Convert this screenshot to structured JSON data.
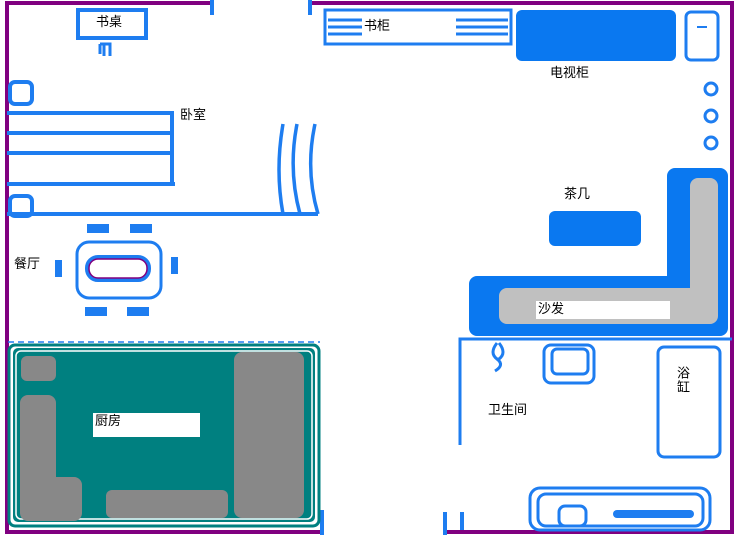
{
  "colors": {
    "wall": "#800080",
    "furniture": "#1e7df0",
    "fill": "#0a78f0",
    "kitchen": "#008080",
    "counter": "#888888",
    "sofa": "#c0c0c0",
    "background": "#ffffff"
  },
  "labels": {
    "desk": "书桌",
    "bookcase": "书柜",
    "tv_cabinet": "电视柜",
    "bedroom": "卧室",
    "tea_table": "茶几",
    "dining": "餐厅",
    "sofa": "沙发",
    "kitchen": "厨房",
    "bathroom": "卫生间",
    "bathtub": "浴缸"
  }
}
